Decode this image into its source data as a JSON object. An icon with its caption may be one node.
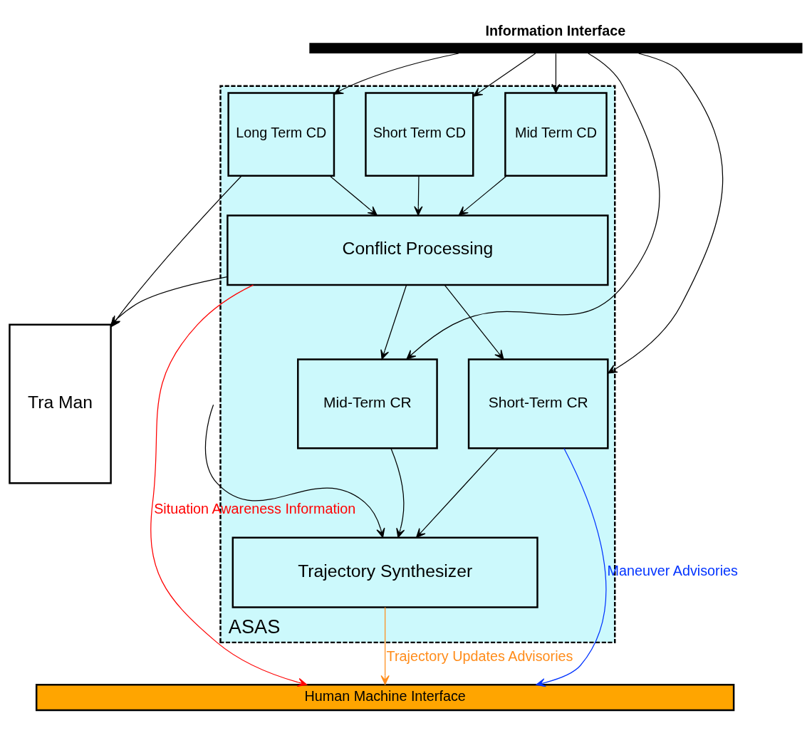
{
  "diagram": {
    "nodes": [
      {
        "text": [
          "ASAS"
        ]
      },
      {
        "text": [
          "Information Interface"
        ]
      },
      {
        "text": [
          "Short Term CD"
        ],
        "in": 0
      },
      {
        "text": [
          "Mid Term CD"
        ],
        "in": 0
      },
      {
        "text": [
          "Long Term CD"
        ],
        "in": 0
      },
      {
        "text": [
          "Conflict Processing"
        ],
        "in": 0
      },
      {
        "text": [
          "Short-Term CR"
        ],
        "in": 0
      },
      {
        "text": [
          "Mid-Term CR"
        ],
        "in": 0
      },
      {
        "text": [
          "Trajectory Synthesizer"
        ],
        "in": 0
      },
      {
        "text": [
          "Tra Man"
        ]
      },
      {
        "text": [
          "Human Machine Interface"
        ]
      }
    ],
    "edges": [
      {
        "from": 1,
        "to": 2,
        "arrow": "to"
      },
      {
        "from": 1,
        "to": 3,
        "arrow": "to"
      },
      {
        "from": 1,
        "to": 4,
        "arrow": "to"
      },
      {
        "from": 1,
        "to": 6,
        "arrow": "to"
      },
      {
        "from": 1,
        "to": 7,
        "arrow": "to"
      },
      {
        "from": 2,
        "to": 5,
        "arrow": "to"
      },
      {
        "from": 3,
        "to": 5,
        "arrow": "to"
      },
      {
        "from": 4,
        "to": 5,
        "arrow": "to"
      },
      {
        "from": 4,
        "to": 9,
        "arrow": "to"
      },
      {
        "from": 5,
        "to": 9,
        "arrow": "to"
      },
      {
        "from": 5,
        "to": 6,
        "arrow": "to"
      },
      {
        "from": 5,
        "to": 7,
        "arrow": "to"
      },
      {
        "from": 5,
        "to": 10,
        "arrow": "to",
        "label": "Situation Awareness Information",
        "color": "#ff0000"
      },
      {
        "from": 6,
        "to": 8,
        "arrow": "to"
      },
      {
        "from": 6,
        "to": 10,
        "arrow": "to",
        "label": "Maneuver Advisories",
        "color": "#0033ff"
      },
      {
        "from": 7,
        "to": 8,
        "arrow": "to"
      },
      {
        "from": null,
        "to": 8,
        "arrow": "to"
      },
      {
        "from": 8,
        "to": 10,
        "arrow": "to",
        "label": "Trajectory Updates Advisories",
        "color": "#ff8c1a"
      }
    ]
  }
}
